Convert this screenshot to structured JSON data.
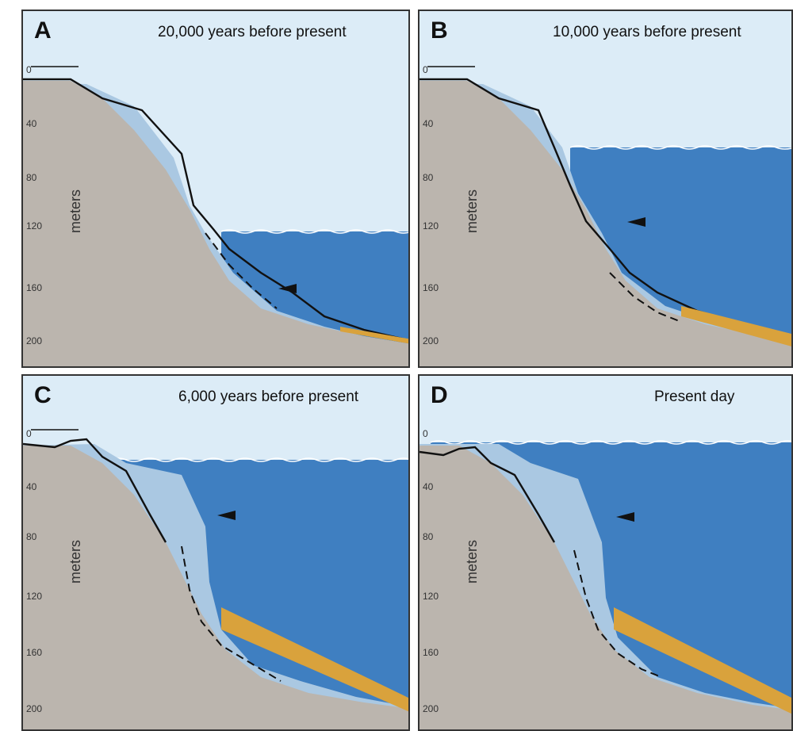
{
  "panels": [
    {
      "letter": "A",
      "title": "20,000 years before present",
      "axis_label": "meters",
      "ticks": [
        "0",
        "40",
        "80",
        "120",
        "160",
        "200"
      ]
    },
    {
      "letter": "B",
      "title": "10,000 years before present",
      "axis_label": "meters",
      "ticks": [
        "0",
        "40",
        "80",
        "120",
        "160",
        "200"
      ]
    },
    {
      "letter": "C",
      "title": "6,000 years before present",
      "axis_label": "meters",
      "ticks": [
        "0",
        "40",
        "80",
        "120",
        "160",
        "200"
      ]
    },
    {
      "letter": "D",
      "title": "Present day",
      "axis_label": "meters",
      "ticks": [
        "0",
        "40",
        "80",
        "120",
        "160",
        "200"
      ]
    }
  ],
  "colors": {
    "sky": "#dcecf7",
    "sea": "#3f7fc1",
    "bedrock": "#bbb5ae",
    "reef": "#aac8e2",
    "sediment": "#d9a23c",
    "line": "#111111"
  }
}
